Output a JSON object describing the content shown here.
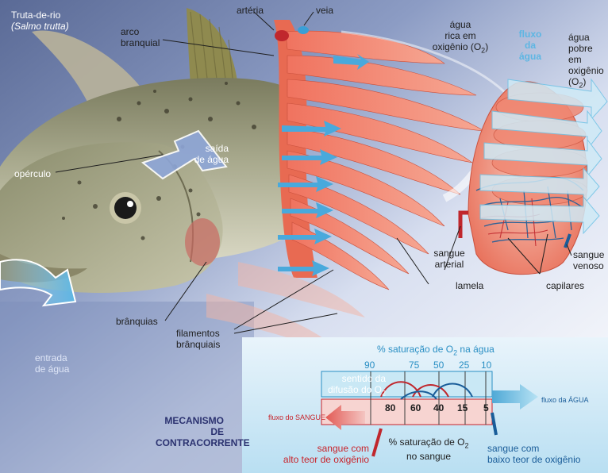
{
  "fish": {
    "species": "Truta-de-rio",
    "scientific": "(Salmo trutta)"
  },
  "labels": {
    "arteria": "artéria",
    "veia": "veia",
    "arco_branquial": [
      "arco",
      "branquial"
    ],
    "agua_rica": [
      "água",
      "rica em",
      "oxigênio (O",
      "2",
      ")"
    ],
    "fluxo_agua": [
      "fluxo",
      "da",
      "água"
    ],
    "agua_pobre": [
      "água",
      "pobre",
      "em",
      "oxigênio",
      "(O",
      "2",
      ")"
    ],
    "saida_agua": [
      "saída",
      "de água"
    ],
    "operculo": "opérculo",
    "sangue_arterial": [
      "sangue",
      "arterial"
    ],
    "sangue_venoso": [
      "sangue",
      "venoso"
    ],
    "lamela": "lamela",
    "capilares": "capilares",
    "branquias": "brânquias",
    "filamentos": [
      "filamentos",
      "brânquiais"
    ],
    "entrada_agua": [
      "entrada",
      "de água"
    ]
  },
  "countercurrent": {
    "title": [
      "MECANISMO",
      "DE",
      "CONTRACORRENTE"
    ],
    "water_saturation_title": [
      "% saturação de O",
      "2",
      " na água"
    ],
    "water_values": [
      "90",
      "75",
      "50",
      "25",
      "10"
    ],
    "blood_values": [
      "80",
      "60",
      "40",
      "15",
      "5"
    ],
    "diffusion": [
      "sentido da",
      "difusão do O",
      "2"
    ],
    "flow_water": "fluxo da ÁGUA",
    "flow_blood": "fluxo do SANGUE",
    "blood_saturation_title": [
      "% saturação de O",
      "2",
      "no sangue"
    ],
    "high_oxygen": [
      "sangue com",
      "alto teor de oxigênio"
    ],
    "low_oxygen": [
      "sangue com",
      "baixo teor de oxigênio"
    ]
  },
  "colors": {
    "gill_red": "#e8584a",
    "water_blue": "#6fc3e6",
    "artery": "#c0272d",
    "vein": "#1a5d99",
    "title_navy": "#2b3270"
  }
}
